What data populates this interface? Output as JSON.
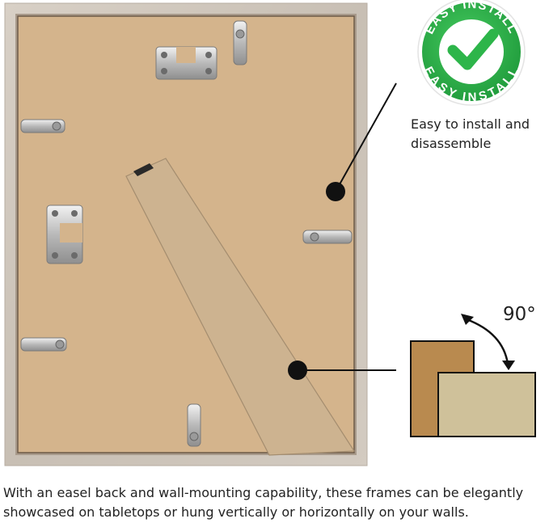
{
  "badge": {
    "ring_text_top": "EASY INSTALL",
    "ring_text_bottom": "EASY INSTALL",
    "icon": "check-icon",
    "color": "#2db54a"
  },
  "callout": {
    "line1": "Easy to install and",
    "line2": "disassemble"
  },
  "rotation": {
    "angle": "90°"
  },
  "caption": {
    "line1": "With an easel back and wall-mounting capability, these frames can be elegantly",
    "line2": "showcased on tabletops or hung vertically or horizontally on your walls."
  },
  "colors": {
    "frame": "#cfc7bd",
    "backing": "#d4b48c",
    "easel": "#cdb390",
    "portrait_square": "#b98a4f",
    "landscape_square": "#cfc19a"
  }
}
